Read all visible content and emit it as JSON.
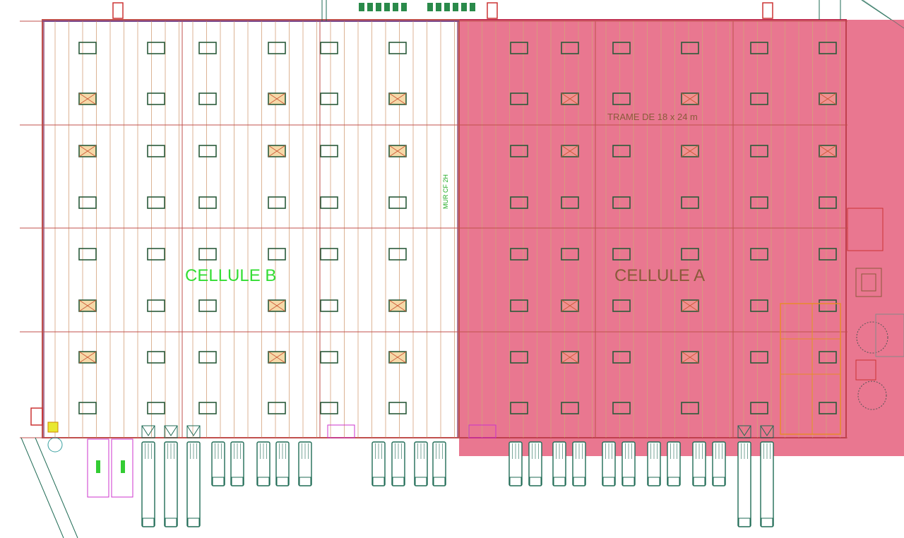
{
  "labels": {
    "cell_b": "CELLULE B",
    "cell_a": "CELLULE A",
    "grid_note": "TRAME DE 18 x 24 m",
    "wall_note": "MUR CF 2H"
  },
  "colors": {
    "cell_a_fill": "#e8708a",
    "grid_line": "#c0504d",
    "wall_blue": "#3344cc",
    "equipment_green": "#2a5a3a",
    "truck_teal": "#1f6b55",
    "label_green": "#33dd33",
    "label_brown": "#8a5a3a",
    "magenta": "#cc33cc",
    "orange": "#e88a2a"
  },
  "icons": [
    "skylight-icon",
    "smoke-vent-icon",
    "truck-icon",
    "dock-door-icon",
    "tree-icon",
    "stair-icon"
  ]
}
